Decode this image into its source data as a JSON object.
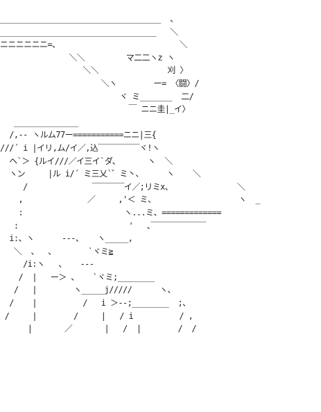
{
  "art": {
    "lines": [
      "___________________________________  、",
      "__________________________________   ＼",
      "ニニニニニニ=、                          ＼",
      "               ＼＼         マ二二ヽz ヽ",
      "                  ＼＼               刈 〉",
      "                      ＼ヽ        ー= 〈闘〉/",
      "                          ヾ ミ_______  二/",
      "                            ￣ ニニ圭|_イ〉",
      "   ______________",
      "  /,-- ヽルム77ー===========ニニ|三{",
      "///´ i |イリ,ム/イ／,込‾‾‾‾‾‾‾‾‾ヾ!ヽ",
      "  ヘ`＞ {ルイ///／イ三イ`ダ、      ヽ  ＼",
      "  ヽン     |ル i/´ ミ三乂`゛ミ丶、     ヽ    ＼",
      "     /              ‾‾‾‾‾‾‾イ／;リミx、              ＼",
      "    ,              ／     ,'＜ ミ、                  ヽ  _",
      "    :                      ヽ...ミ、=============",
      "   :                        '   ､‾‾‾‾‾‾‾‾‾‾‾‾",
      "  i:、ヽ      ---、   ヽ_____,",
      "   ＼  、  、       `ヾミ≧",
      "     /i:ヽ   、   ---     ",
      "    /  |   ー＞ 、   `ヾミ;________",
      "   /   |        ヽ_____j/////      ヽ、",
      "  /    |          /   i ＞--;________  ;、",
      " /     |        /     |   / i          / ,",
      "      |       ／       |   /  |        /  /"
    ]
  }
}
